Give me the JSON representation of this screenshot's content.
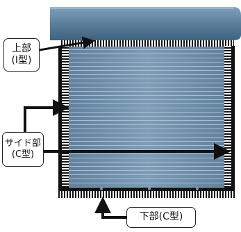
{
  "labels": {
    "top": {
      "line1": "上部",
      "line2": "(Ⅰ型)"
    },
    "side": {
      "line1": "サイド部",
      "line2": "(C型)"
    },
    "bottom": {
      "line1": "下部(C型)"
    }
  },
  "colors": {
    "shutter_body": "#6f8eaa",
    "slat_line": "#a9bfd1",
    "housing": "#5b7f9b",
    "brush_dark": "#111111",
    "brush_light": "#ffffff",
    "arrow": "#111111"
  }
}
